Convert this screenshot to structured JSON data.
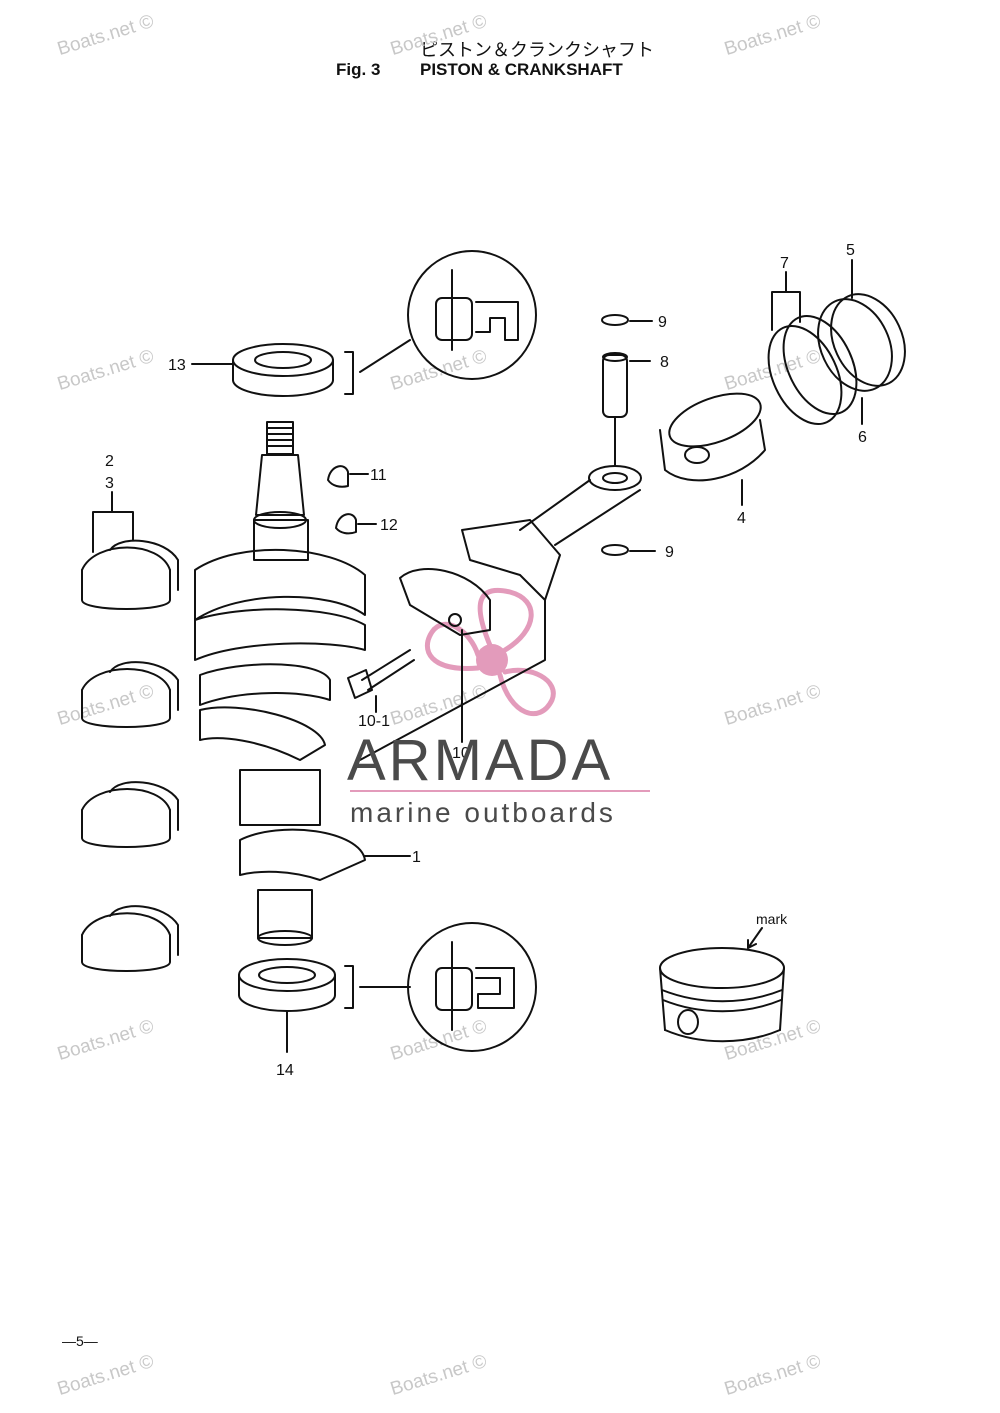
{
  "header": {
    "title_jp": "ピストン＆クランクシャフト",
    "figure_label": "Fig. 3",
    "title": "PISTON & CRANKSHAFT"
  },
  "callouts": {
    "c1": "1",
    "c2": "2",
    "c3": "3",
    "c4": "4",
    "c5": "5",
    "c6": "6",
    "c7": "7",
    "c8": "8",
    "c9a": "9",
    "c9b": "9",
    "c10": "10",
    "c10_1": "10-1",
    "c11": "11",
    "c12": "12",
    "c13": "13",
    "c14": "14",
    "mark": "mark"
  },
  "logo": {
    "name": "ARMADA",
    "tagline": "marine outboards",
    "accent_color": "#e39bbb"
  },
  "watermark": "Boats.net ©",
  "footer": {
    "page_number": "—5—"
  },
  "colors": {
    "line": "#111111",
    "watermark": "#c8c8c8"
  }
}
